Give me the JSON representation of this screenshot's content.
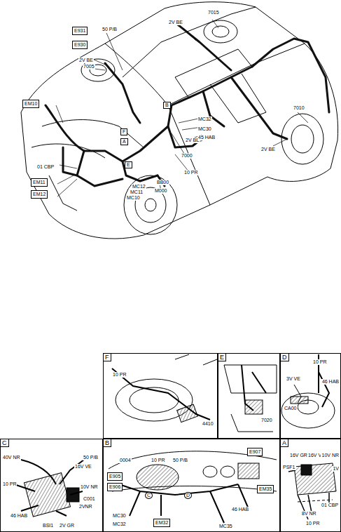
{
  "diagram": {
    "nodes": [
      {
        "text": [
          "E931"
        ]
      },
      {
        "text": [
          "E930"
        ]
      },
      {
        "text": [
          "EM10"
        ]
      },
      {
        "text": [
          "F"
        ]
      },
      {
        "text": [
          "A"
        ]
      },
      {
        "text": [
          "E"
        ]
      },
      {
        "text": [
          "EM11"
        ]
      },
      {
        "text": [
          "EM12"
        ]
      },
      {
        "text": [
          "B"
        ]
      },
      {
        "text": [
          "F"
        ]
      },
      {
        "text": [
          "E"
        ]
      },
      {
        "text": [
          "D"
        ]
      },
      {
        "text": [
          "C"
        ]
      },
      {
        "text": [
          "B"
        ]
      },
      {
        "text": [
          "A"
        ]
      },
      {
        "text": [
          "E905"
        ],
        "in": 13
      },
      {
        "text": [
          "E906"
        ],
        "in": 13
      },
      {
        "text": [
          "E907"
        ],
        "in": 13
      },
      {
        "text": [
          "EM35"
        ],
        "in": 13
      },
      {
        "text": [
          "C"
        ],
        "in": 13
      },
      {
        "text": [
          "D"
        ],
        "in": 13
      },
      {
        "text": [
          "EM32"
        ],
        "in": 13
      }
    ],
    "edges": [],
    "labels": [
      "7015",
      "2V BE",
      "50 P/B",
      "2V BE",
      "7005",
      "01 CBP",
      "MC12",
      "MC11",
      "MC10",
      "BB00",
      "M000",
      "10 PR",
      "7000",
      "2V BE",
      "45 HAB",
      "MC30",
      "MC32",
      "2V BE",
      "7010",
      "10 PR",
      "4410",
      "7020",
      "10 PR",
      "3V VE",
      "46 HAB",
      "CA00",
      "40V NR",
      "50 P/B",
      "10 PR",
      "16V VE",
      "10V NR",
      "C001",
      "2VNR",
      "46 HAB",
      "BSI1",
      "2V GR",
      "0004",
      "10 PR",
      "50 P/B",
      "MC30",
      "MC32",
      "MC35",
      "46 HAB",
      "16V GR",
      "16V VE",
      "10V NR",
      "1V",
      "PSF1",
      "01 CBP",
      "8V NR",
      "10 PR"
    ]
  }
}
